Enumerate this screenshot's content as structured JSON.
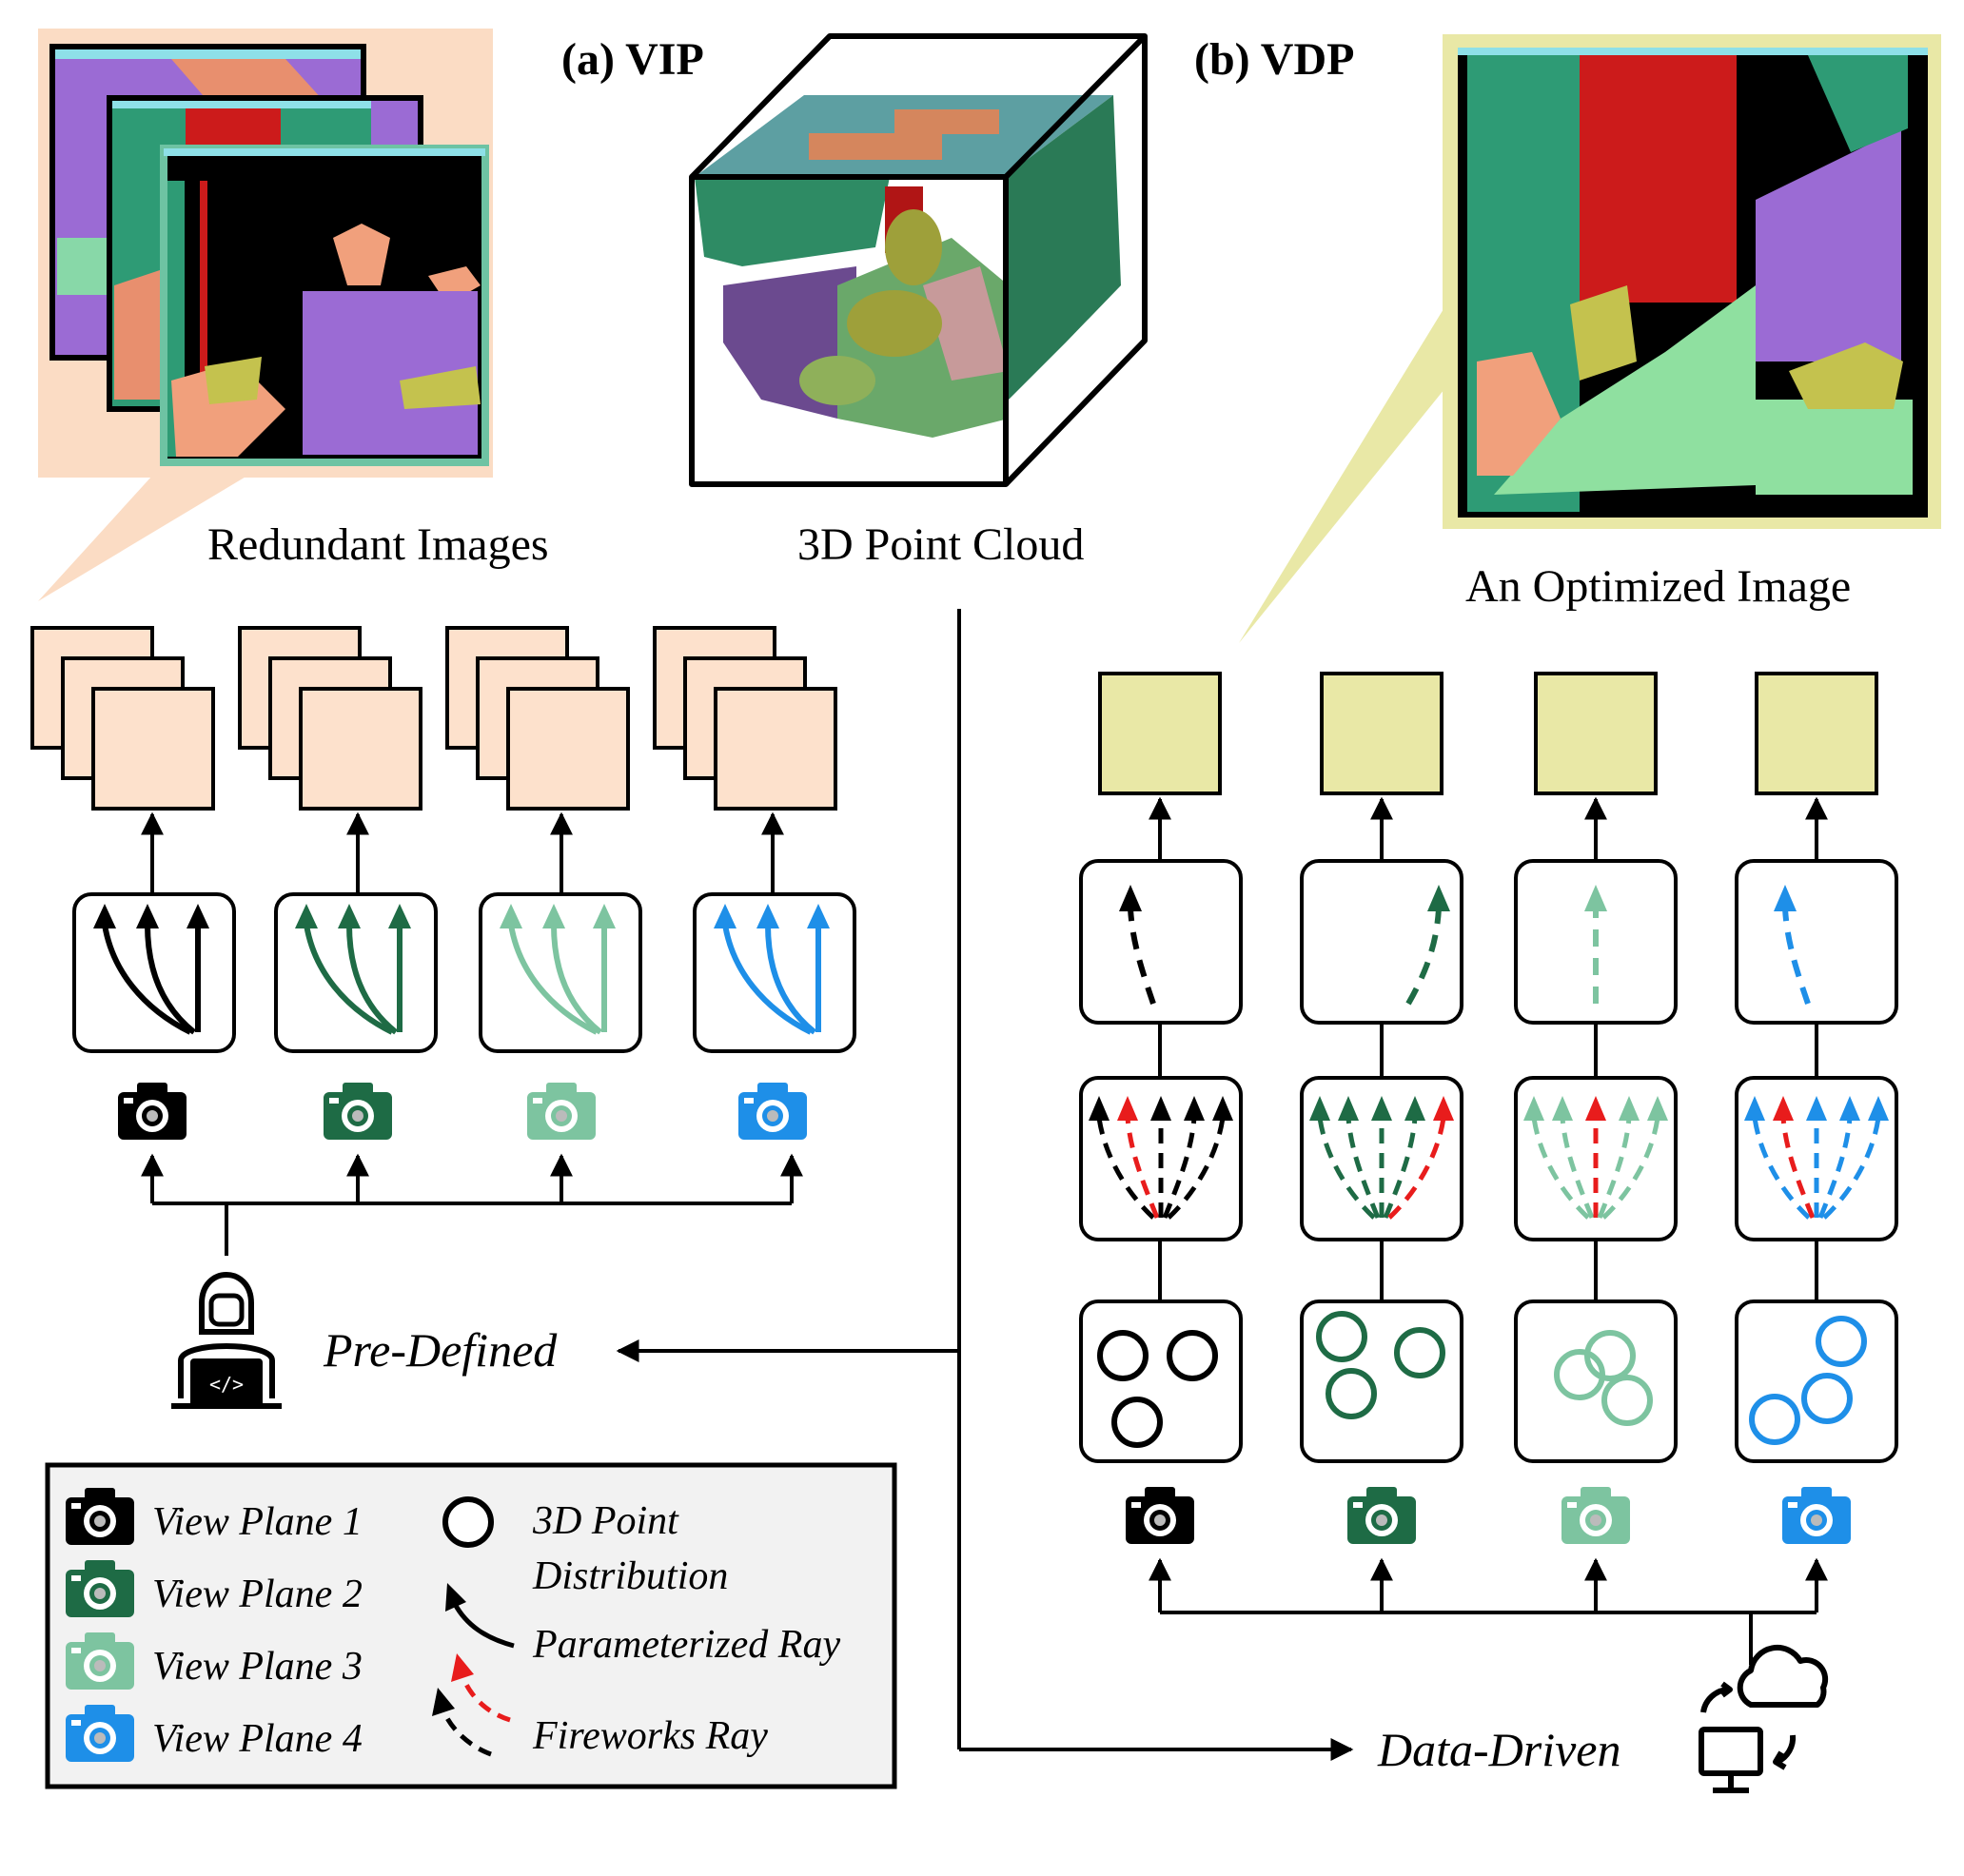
{
  "titles": {
    "vip": "(a) VIP",
    "vdp": "(b) VDP"
  },
  "captions": {
    "redundant_images": "Redundant Images",
    "point_cloud": "3D Point Cloud",
    "optimized_image": "An Optimized Image"
  },
  "flow_labels": {
    "pre_defined": "Pre-Defined",
    "data_driven": "Data-Driven"
  },
  "legend": {
    "view_plane_1": "View Plane 1",
    "view_plane_2": "View Plane 2",
    "view_plane_3": "View Plane 3",
    "view_plane_4": "View Plane 4",
    "point_dist_line1": "3D Point",
    "point_dist_line2": "Distribution",
    "param_ray": "Parameterized Ray",
    "fireworks_ray": "Fireworks Ray"
  },
  "colors": {
    "plane1": "#000000",
    "plane2": "#1e6b45",
    "plane3": "#7dc4a0",
    "plane4": "#1e8fe8",
    "highlight_ray": "#e81c1c",
    "image_bg_vip": "#fde1cc",
    "image_bg_vdp": "#e9e8a6"
  },
  "icons": {
    "camera": "camera-icon",
    "developer": "developer-icon",
    "cloud_computer": "cloud-computer-icon"
  }
}
